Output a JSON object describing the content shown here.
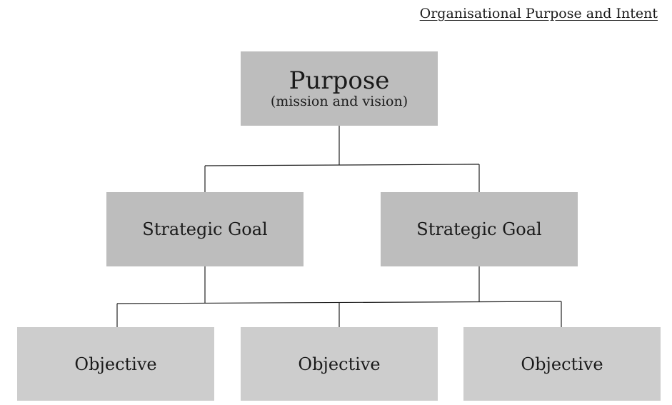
{
  "title": "Organisational Purpose and Intent",
  "purpose": {
    "heading": "Purpose",
    "subheading": "(mission and vision)"
  },
  "strategic_goals": [
    {
      "label": "Strategic Goal"
    },
    {
      "label": "Strategic Goal"
    }
  ],
  "objectives": [
    {
      "label": "Objective"
    },
    {
      "label": "Objective"
    },
    {
      "label": "Objective"
    }
  ],
  "colors": {
    "upper_box_fill": "#bdbdbd",
    "lower_box_fill": "#cdcdcd",
    "connector": "#222222",
    "text": "#1a1a1a"
  }
}
